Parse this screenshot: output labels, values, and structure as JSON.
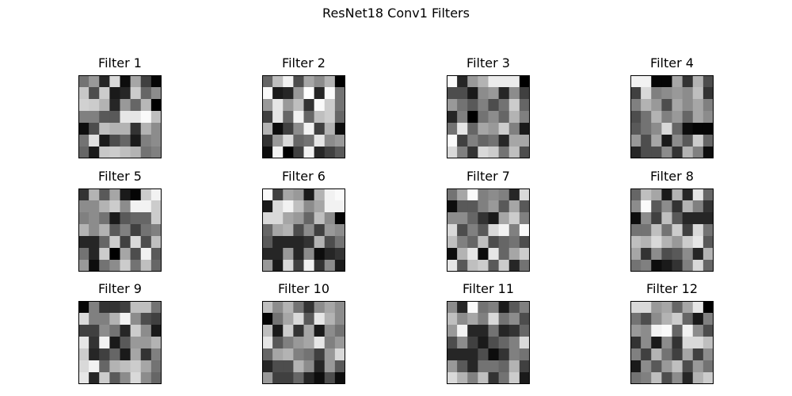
{
  "title": "ResNet18 Conv1 Filters",
  "chart_data": [
    {
      "type": "heatmap",
      "title": "Filter 1",
      "colormap": "gray",
      "grid": false,
      "axes_ticks": false,
      "values": [
        [
          0.45,
          0.6,
          0.15,
          0.85,
          0.05,
          0.65,
          0.25,
          0.02
        ],
        [
          0.78,
          0.3,
          0.8,
          0.1,
          0.15,
          0.8,
          0.4,
          0.55
        ],
        [
          0.82,
          0.8,
          0.7,
          0.15,
          0.6,
          0.4,
          0.72,
          0.0
        ],
        [
          0.5,
          0.5,
          0.35,
          0.35,
          0.9,
          0.9,
          0.98,
          0.75
        ],
        [
          0.05,
          0.3,
          0.75,
          0.7,
          0.7,
          0.2,
          0.7,
          0.55
        ],
        [
          0.45,
          0.88,
          0.1,
          0.3,
          0.4,
          0.1,
          0.5,
          0.55
        ],
        [
          0.4,
          0.1,
          0.78,
          0.8,
          0.75,
          0.7,
          0.45,
          0.5
        ]
      ]
    },
    {
      "type": "heatmap",
      "title": "Filter 2",
      "colormap": "gray",
      "grid": false,
      "axes_ticks": false,
      "values": [
        [
          0.4,
          0.75,
          0.95,
          0.3,
          0.65,
          0.55,
          0.7,
          0.0
        ],
        [
          0.98,
          0.1,
          0.15,
          0.6,
          1.0,
          0.15,
          0.98,
          0.45
        ],
        [
          0.6,
          0.9,
          0.6,
          0.75,
          0.2,
          0.98,
          0.8,
          0.45
        ],
        [
          0.25,
          0.9,
          0.4,
          0.95,
          0.4,
          0.75,
          0.8,
          0.4
        ],
        [
          0.7,
          0.05,
          0.25,
          0.55,
          0.95,
          0.25,
          0.7,
          0.05
        ],
        [
          0.2,
          0.6,
          0.85,
          0.4,
          0.45,
          0.9,
          0.55,
          0.6
        ],
        [
          0.05,
          0.95,
          0.0,
          0.25,
          0.95,
          0.15,
          0.25,
          0.35
        ]
      ]
    },
    {
      "type": "heatmap",
      "title": "Filter 3",
      "colormap": "gray",
      "grid": false,
      "axes_ticks": false,
      "values": [
        [
          0.98,
          0.15,
          0.6,
          0.7,
          0.92,
          0.92,
          0.92,
          0.0
        ],
        [
          0.3,
          0.3,
          0.1,
          0.55,
          0.6,
          0.15,
          0.55,
          0.25
        ],
        [
          0.6,
          0.45,
          0.35,
          0.5,
          0.3,
          0.45,
          0.8,
          0.4
        ],
        [
          0.15,
          0.5,
          0.0,
          0.45,
          0.55,
          0.4,
          0.7,
          0.5
        ],
        [
          0.45,
          0.9,
          0.4,
          0.65,
          0.6,
          0.8,
          0.5,
          0.1
        ],
        [
          0.98,
          0.25,
          0.5,
          0.4,
          0.45,
          0.15,
          0.65,
          0.65
        ],
        [
          0.85,
          0.5,
          0.2,
          0.85,
          0.8,
          0.45,
          0.75,
          0.3
        ]
      ]
    },
    {
      "type": "heatmap",
      "title": "Filter 4",
      "colormap": "gray",
      "grid": false,
      "axes_ticks": false,
      "values": [
        [
          0.95,
          0.95,
          0.02,
          0.02,
          0.65,
          0.2,
          0.7,
          0.3
        ],
        [
          0.25,
          0.85,
          0.5,
          0.55,
          0.6,
          0.55,
          0.75,
          0.2
        ],
        [
          0.5,
          0.7,
          0.6,
          0.3,
          0.65,
          0.55,
          0.65,
          0.5
        ],
        [
          0.3,
          0.45,
          0.7,
          0.5,
          0.6,
          0.4,
          0.65,
          0.55
        ],
        [
          0.35,
          0.45,
          0.55,
          0.85,
          0.4,
          0.05,
          0.02,
          0.02
        ],
        [
          0.6,
          0.3,
          0.65,
          0.1,
          0.55,
          0.35,
          0.8,
          0.4
        ],
        [
          0.15,
          0.3,
          0.3,
          0.55,
          0.2,
          0.7,
          0.5,
          0.05
        ]
      ]
    },
    {
      "type": "heatmap",
      "title": "Filter 5",
      "colormap": "gray",
      "grid": false,
      "axes_ticks": false,
      "values": [
        [
          0.2,
          0.7,
          0.35,
          0.65,
          0.1,
          0.02,
          0.8,
          0.95
        ],
        [
          0.55,
          0.55,
          0.7,
          0.8,
          0.55,
          0.95,
          0.95,
          0.8
        ],
        [
          0.5,
          0.55,
          0.45,
          0.1,
          0.35,
          0.4,
          0.4,
          0.8
        ],
        [
          0.7,
          0.55,
          0.7,
          0.35,
          0.5,
          0.25,
          0.45,
          0.5
        ],
        [
          0.15,
          0.15,
          0.4,
          0.8,
          0.25,
          0.85,
          0.3,
          0.75
        ],
        [
          0.45,
          0.15,
          0.8,
          0.0,
          0.65,
          0.3,
          0.95,
          0.35
        ],
        [
          0.6,
          0.05,
          0.45,
          0.55,
          0.8,
          0.45,
          0.75,
          0.4
        ]
      ]
    },
    {
      "type": "heatmap",
      "title": "Filter 6",
      "colormap": "gray",
      "grid": false,
      "axes_ticks": false,
      "values": [
        [
          0.98,
          0.25,
          0.65,
          0.6,
          0.1,
          0.7,
          0.95,
          0.98
        ],
        [
          0.1,
          0.85,
          0.95,
          0.75,
          0.55,
          0.65,
          0.95,
          0.95
        ],
        [
          0.85,
          0.85,
          0.65,
          0.6,
          0.4,
          0.75,
          0.55,
          0.02
        ],
        [
          0.4,
          0.65,
          0.7,
          0.3,
          0.55,
          0.25,
          0.6,
          0.55
        ],
        [
          0.35,
          0.15,
          0.15,
          0.15,
          0.2,
          0.7,
          0.3,
          0.45
        ],
        [
          0.15,
          0.15,
          0.6,
          0.15,
          0.55,
          0.05,
          0.15,
          0.2
        ],
        [
          0.6,
          0.1,
          0.85,
          0.25,
          0.95,
          0.2,
          0.55,
          0.1
        ]
      ]
    },
    {
      "type": "heatmap",
      "title": "Filter 7",
      "colormap": "gray",
      "grid": false,
      "axes_ticks": false,
      "values": [
        [
          0.45,
          0.65,
          0.98,
          0.5,
          0.55,
          0.5,
          0.15,
          0.85
        ],
        [
          0.05,
          0.35,
          0.35,
          0.5,
          0.6,
          0.35,
          0.65,
          0.35
        ],
        [
          0.55,
          0.55,
          0.4,
          0.2,
          0.1,
          0.65,
          0.8,
          0.5
        ],
        [
          0.85,
          0.3,
          0.5,
          0.35,
          0.85,
          0.95,
          0.5,
          0.98
        ],
        [
          0.75,
          0.5,
          0.4,
          0.75,
          0.3,
          0.4,
          0.45,
          0.3
        ],
        [
          0.05,
          0.7,
          0.9,
          0.05,
          0.9,
          0.4,
          0.65,
          0.8
        ],
        [
          0.9,
          0.35,
          0.75,
          0.8,
          0.35,
          0.8,
          0.15,
          0.45
        ]
      ]
    },
    {
      "type": "heatmap",
      "title": "Filter 8",
      "colormap": "gray",
      "grid": false,
      "axes_ticks": false,
      "values": [
        [
          0.4,
          0.75,
          0.65,
          0.1,
          0.7,
          0.15,
          0.9,
          0.4
        ],
        [
          0.55,
          0.98,
          0.35,
          0.55,
          0.2,
          0.7,
          0.5,
          0.2
        ],
        [
          0.05,
          0.55,
          0.25,
          0.75,
          0.35,
          0.15,
          0.15,
          0.15
        ],
        [
          0.45,
          0.45,
          0.75,
          0.45,
          0.8,
          0.25,
          0.85,
          0.45
        ],
        [
          0.75,
          0.7,
          0.85,
          0.7,
          0.6,
          0.8,
          0.9,
          0.35
        ],
        [
          0.65,
          0.2,
          0.55,
          0.3,
          0.35,
          0.55,
          0.15,
          0.7
        ],
        [
          0.45,
          0.5,
          0.05,
          0.1,
          0.2,
          0.5,
          0.85,
          0.4
        ]
      ]
    },
    {
      "type": "heatmap",
      "title": "Filter 9",
      "colormap": "gray",
      "grid": false,
      "axes_ticks": false,
      "values": [
        [
          0.02,
          0.5,
          0.2,
          0.2,
          0.25,
          0.75,
          0.75,
          0.45
        ],
        [
          0.85,
          0.5,
          0.5,
          0.7,
          0.95,
          0.55,
          0.3,
          0.25
        ],
        [
          0.25,
          0.25,
          0.55,
          0.45,
          0.15,
          0.8,
          0.55,
          0.1
        ],
        [
          0.9,
          0.2,
          0.95,
          0.1,
          0.35,
          0.6,
          0.6,
          0.7
        ],
        [
          0.8,
          0.15,
          0.25,
          0.4,
          0.1,
          0.65,
          0.2,
          0.5
        ],
        [
          0.85,
          0.95,
          0.4,
          0.7,
          0.75,
          0.8,
          0.65,
          0.45
        ],
        [
          0.9,
          0.15,
          0.8,
          0.35,
          0.55,
          0.85,
          0.55,
          0.4
        ]
      ]
    },
    {
      "type": "heatmap",
      "title": "Filter 10",
      "colormap": "gray",
      "grid": false,
      "axes_ticks": false,
      "values": [
        [
          0.75,
          0.55,
          0.7,
          0.45,
          0.2,
          0.55,
          0.65,
          0.55
        ],
        [
          0.02,
          0.45,
          0.65,
          0.85,
          0.35,
          0.9,
          0.7,
          0.55
        ],
        [
          0.75,
          0.1,
          0.8,
          0.2,
          0.65,
          0.1,
          0.55,
          0.45
        ],
        [
          0.9,
          0.35,
          0.5,
          0.6,
          0.65,
          0.9,
          0.5,
          0.6
        ],
        [
          0.4,
          0.65,
          0.7,
          0.5,
          0.45,
          0.25,
          0.6,
          0.85
        ],
        [
          0.15,
          0.3,
          0.3,
          0.7,
          0.55,
          0.15,
          0.6,
          0.35
        ],
        [
          0.6,
          0.25,
          0.25,
          0.4,
          0.15,
          0.05,
          0.3,
          0.05
        ]
      ]
    },
    {
      "type": "heatmap",
      "title": "Filter 11",
      "colormap": "gray",
      "grid": false,
      "axes_ticks": false,
      "values": [
        [
          0.55,
          0.15,
          0.98,
          0.45,
          0.5,
          0.1,
          0.35,
          0.5
        ],
        [
          0.75,
          0.55,
          0.65,
          0.5,
          0.85,
          0.45,
          0.55,
          0.3
        ],
        [
          0.6,
          0.95,
          0.15,
          0.15,
          0.45,
          0.15,
          0.2,
          0.4
        ],
        [
          0.3,
          0.55,
          0.25,
          0.1,
          0.3,
          0.4,
          0.5,
          0.85
        ],
        [
          0.15,
          0.15,
          0.15,
          0.3,
          0.05,
          0.2,
          0.5,
          0.45
        ],
        [
          0.6,
          0.35,
          0.15,
          0.45,
          0.45,
          0.4,
          0.7,
          0.25
        ],
        [
          0.85,
          0.7,
          0.5,
          0.75,
          0.2,
          0.45,
          0.8,
          0.1
        ]
      ]
    },
    {
      "type": "heatmap",
      "title": "Filter 12",
      "colormap": "gray",
      "grid": false,
      "axes_ticks": false,
      "values": [
        [
          0.85,
          0.85,
          0.6,
          0.65,
          0.4,
          0.65,
          0.9,
          0.0
        ],
        [
          0.45,
          0.3,
          0.55,
          0.7,
          0.8,
          0.4,
          0.1,
          0.5
        ],
        [
          0.6,
          0.55,
          0.95,
          0.98,
          0.4,
          0.95,
          0.55,
          0.3
        ],
        [
          0.2,
          0.55,
          0.1,
          0.55,
          0.2,
          0.85,
          0.85,
          0.75
        ],
        [
          0.5,
          0.25,
          0.7,
          0.45,
          0.25,
          0.65,
          0.25,
          0.55
        ],
        [
          0.1,
          0.55,
          0.35,
          0.6,
          0.75,
          0.3,
          0.6,
          0.45
        ],
        [
          0.45,
          0.5,
          0.75,
          0.3,
          0.55,
          0.15,
          0.7,
          0.8
        ]
      ]
    }
  ]
}
